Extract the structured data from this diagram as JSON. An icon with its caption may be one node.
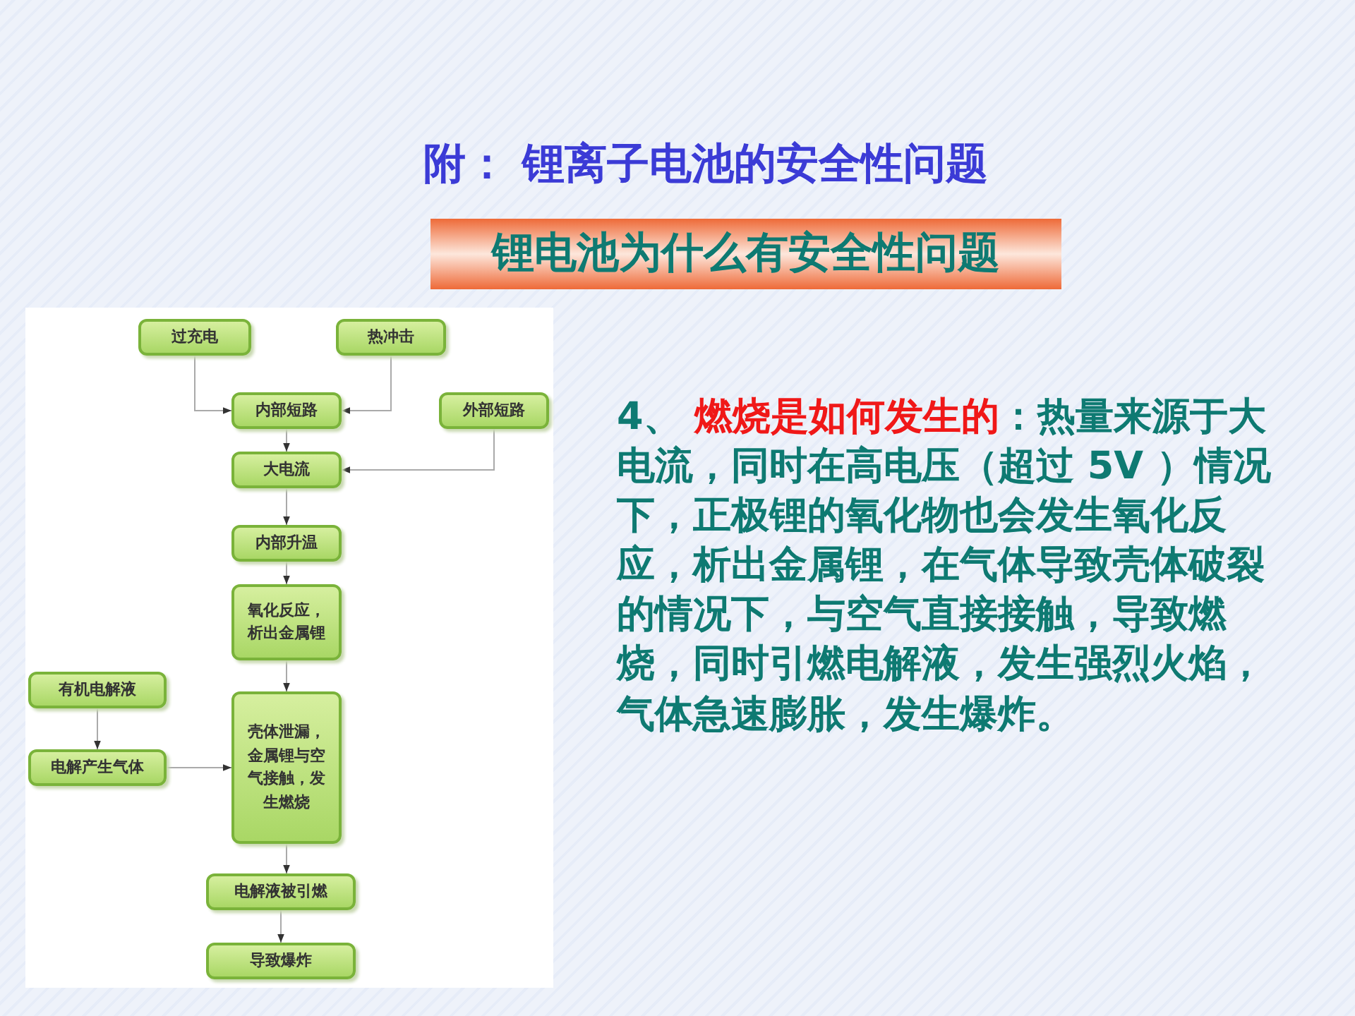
{
  "diagram": {
    "title": "附： 锂离子电池的安全性问题",
    "nodes": [
      {
        "text": [
          "过充电"
        ]
      },
      {
        "text": [
          "热冲击"
        ]
      },
      {
        "text": [
          "内部短路"
        ]
      },
      {
        "text": [
          "外部短路"
        ]
      },
      {
        "text": [
          "大电流"
        ]
      },
      {
        "text": [
          "内部升温"
        ]
      },
      {
        "text": [
          "氧化反应，析出金属锂"
        ]
      },
      {
        "text": [
          "有机电解液"
        ]
      },
      {
        "text": [
          "电解产生气体"
        ]
      },
      {
        "text": [
          "壳体泄漏，金属锂与空气接触，发生燃烧"
        ]
      },
      {
        "text": [
          "电解液被引燃"
        ]
      },
      {
        "text": [
          "导致爆炸"
        ]
      }
    ],
    "edges": [
      {
        "from": 0,
        "to": 2,
        "arrow": "to"
      },
      {
        "from": 1,
        "to": 2,
        "arrow": "to"
      },
      {
        "from": 2,
        "to": 4,
        "arrow": "to"
      },
      {
        "from": 3,
        "to": 4,
        "arrow": "to"
      },
      {
        "from": 4,
        "to": 5,
        "arrow": "to"
      },
      {
        "from": 5,
        "to": 6,
        "arrow": "to"
      },
      {
        "from": 6,
        "to": 9,
        "arrow": "to"
      },
      {
        "from": 7,
        "to": 8,
        "arrow": "to"
      },
      {
        "from": 8,
        "to": 9,
        "arrow": "to"
      },
      {
        "from": 9,
        "to": 10,
        "arrow": "to"
      },
      {
        "from": 10,
        "to": 11,
        "arrow": "to"
      }
    ],
    "labels": [
      "锂电池为什么有安全性问题",
      "4、 **燃烧是如何发生的**：热量来源于大电流，同时在高电压（超过 5V ）情况下，正极锂的氧化物也会发生氧化反应，析出金属锂，在气体导致壳体破裂的情况下，与空气直接接触，导致燃烧，同时引燃电解液，发生强烈火焰，气体急速膨胀，发生爆炸。"
    ]
  }
}
